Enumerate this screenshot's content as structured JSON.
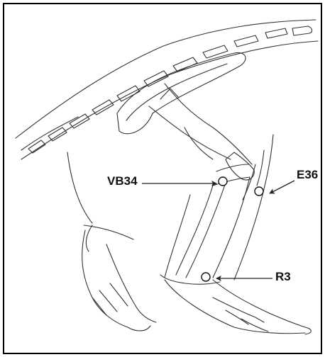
{
  "figure": {
    "subject": "rabbit-hindlimb-line-drawing",
    "border_color": "#000000",
    "line_color": "#333333",
    "points": [
      {
        "id": "vb34",
        "label": "VB34"
      },
      {
        "id": "e36",
        "label": "E36"
      },
      {
        "id": "r3",
        "label": "R3"
      }
    ]
  }
}
